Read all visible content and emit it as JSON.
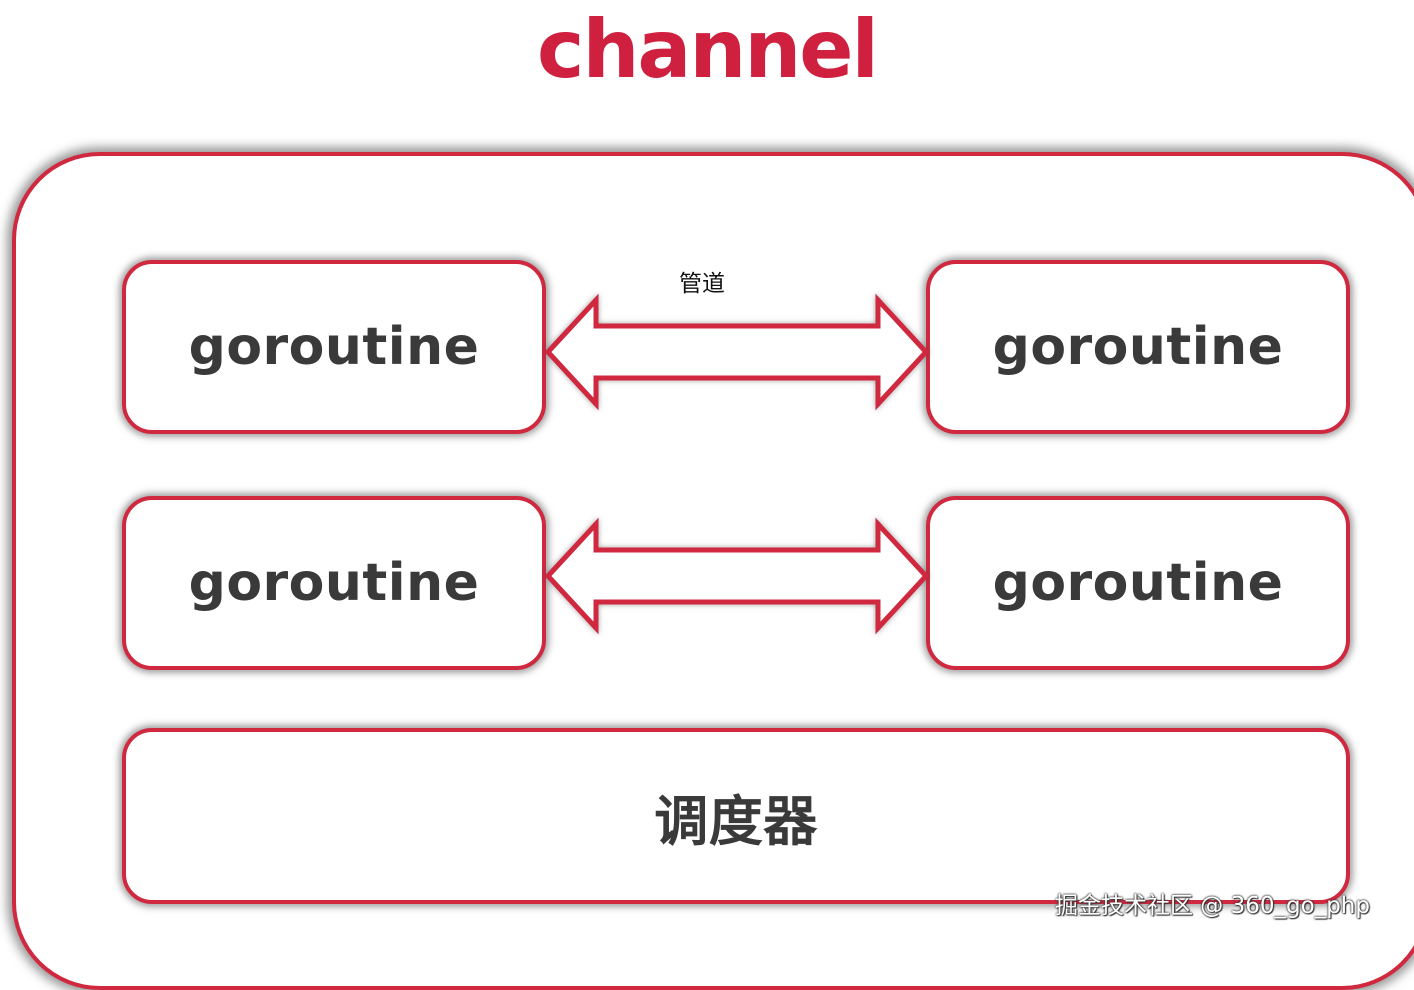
{
  "title": "channel",
  "pipe_label": "管道",
  "boxes": {
    "top_left": "goroutine",
    "top_right": "goroutine",
    "mid_left": "goroutine",
    "mid_right": "goroutine",
    "scheduler": "调度器"
  },
  "watermark": "掘金技术社区 @ 360_go_php",
  "colors": {
    "accent": "#d0203f",
    "border": "#d0283f",
    "label_text": "#3a3a3a"
  }
}
